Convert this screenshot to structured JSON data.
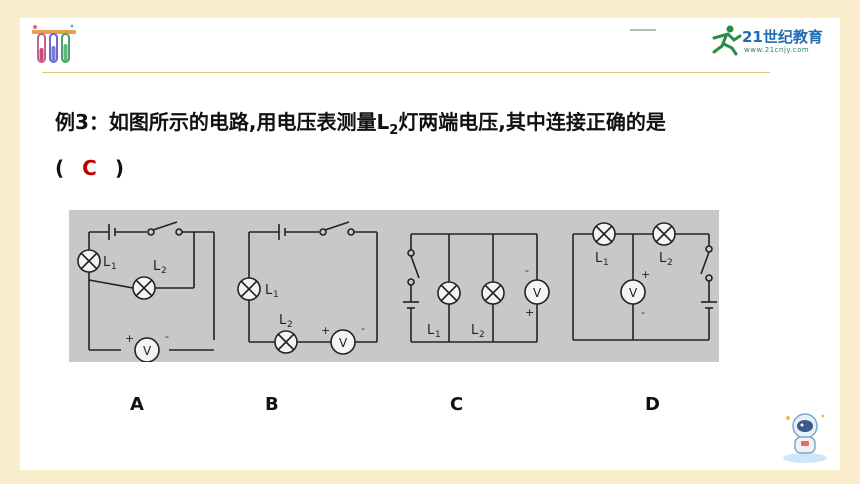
{
  "header": {
    "logo_text": "21世纪教育",
    "logo_sub": "www.21cnjy.com"
  },
  "question": {
    "prefix": "例3：如图所示的电路,用电压表测量L",
    "subscript": "2",
    "suffix": "灯两端电压,其中连接正确的是",
    "paren_open": "(",
    "answer": "C",
    "paren_close": ")"
  },
  "circuits": {
    "labels": {
      "L1": "L",
      "L2": "L",
      "sub1": "1",
      "sub2": "2",
      "volt": "V",
      "plus": "+",
      "minus": "-"
    }
  },
  "options": [
    "A",
    "B",
    "C",
    "D"
  ],
  "colors": {
    "background": "#f8eccb",
    "answer": "#c00000",
    "rule": "#e9c27a",
    "logo_blue": "#1f6bb3",
    "logo_green": "#2a8a4a"
  }
}
